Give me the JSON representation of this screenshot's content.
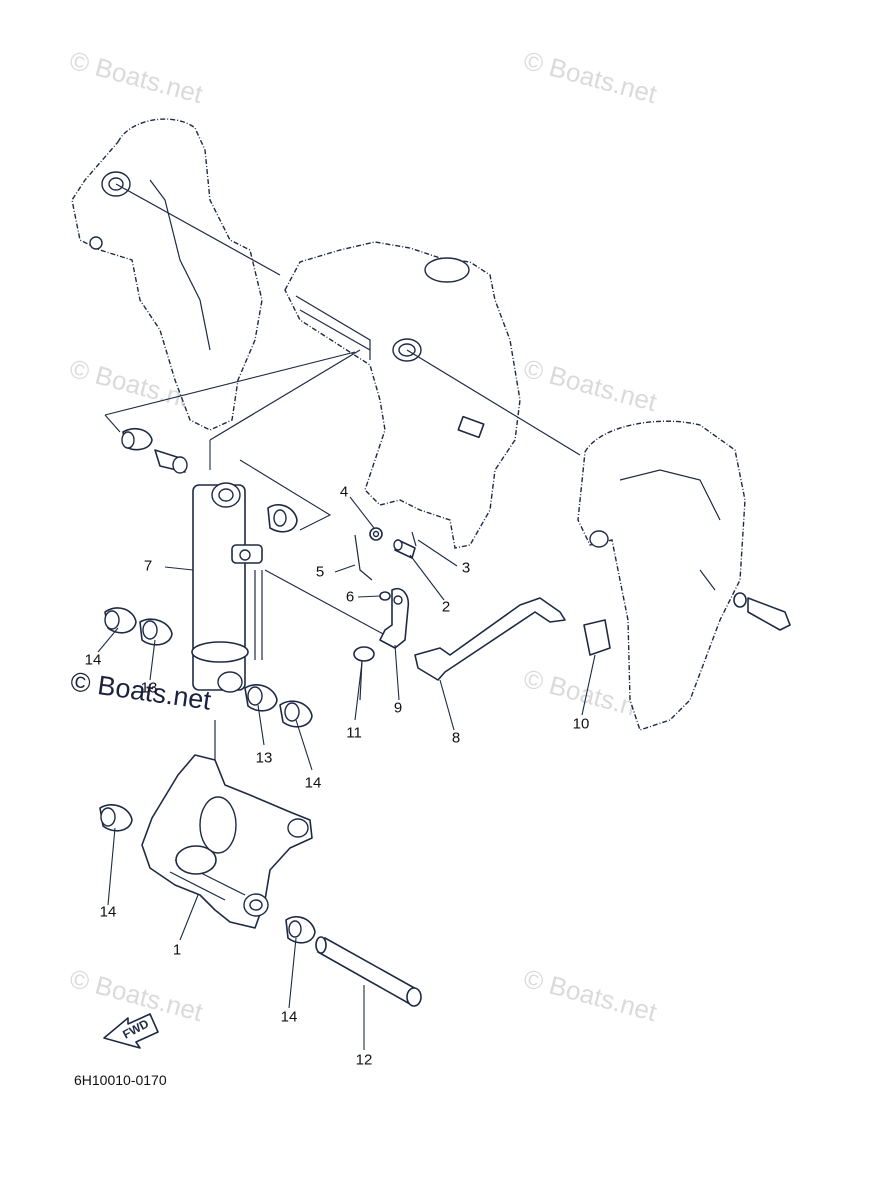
{
  "diagram": {
    "code": "6H10010-0170",
    "fwd_label": "FWD",
    "watermark": "© Boats.net",
    "callouts": {
      "c1": "1",
      "c2": "2",
      "c3": "3",
      "c4": "4",
      "c5": "5",
      "c6": "6",
      "c7": "7",
      "c8": "8",
      "c9": "9",
      "c10": "10",
      "c11": "11",
      "c12": "12",
      "c13a": "13",
      "c13b": "13",
      "c14a": "14",
      "c14b": "14",
      "c14c": "14",
      "c14d": "14"
    }
  }
}
